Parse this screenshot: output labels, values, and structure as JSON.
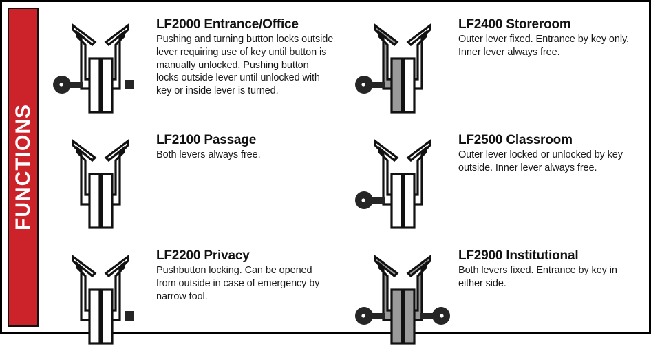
{
  "banner": {
    "label": "FUNCTIONS",
    "background_color": "#cc2229",
    "text_color": "#ffffff"
  },
  "colors": {
    "accent_red": "#cc2229",
    "lever_fixed_gray": "#9a9a9a",
    "lever_free_white": "#ffffff",
    "outline_black": "#111111",
    "key_cylinder": "#262626"
  },
  "functions": [
    {
      "code": "LF2000",
      "name": "Entrance/Office",
      "title": "LF2000 Entrance/Office",
      "description": "Pushing and turning button locks outside lever requiring use of key until button is manually unlocked. Pushing button locks outside lever until unlocked with key or inside lever is turned.",
      "diagram": {
        "left_lever_fill": "white",
        "right_lever_fill": "white",
        "key_left": true,
        "key_right": false,
        "button_right": true
      }
    },
    {
      "code": "LF2400",
      "name": "Storeroom",
      "title": "LF2400 Storeroom",
      "description": "Outer lever fixed. Entrance by key only. Inner lever always free.",
      "diagram": {
        "left_lever_fill": "gray",
        "right_lever_fill": "white",
        "key_left": true,
        "key_right": false,
        "button_right": false
      }
    },
    {
      "code": "LF2100",
      "name": "Passage",
      "title": "LF2100 Passage",
      "description": "Both levers always free.",
      "diagram": {
        "left_lever_fill": "white",
        "right_lever_fill": "white",
        "key_left": false,
        "key_right": false,
        "button_right": false
      }
    },
    {
      "code": "LF2500",
      "name": "Classroom",
      "title": "LF2500 Classroom",
      "description": "Outer lever locked or unlocked by key outside. Inner lever always free.",
      "diagram": {
        "left_lever_fill": "white",
        "right_lever_fill": "white",
        "key_left": true,
        "key_right": false,
        "button_right": false
      }
    },
    {
      "code": "LF2200",
      "name": "Privacy",
      "title": "LF2200 Privacy",
      "description": "Pushbutton locking. Can be opened from outside in case of emergency by narrow tool.",
      "diagram": {
        "left_lever_fill": "white",
        "right_lever_fill": "white",
        "key_left": false,
        "key_right": false,
        "button_right": true
      }
    },
    {
      "code": "LF2900",
      "name": "Institutional",
      "title": "LF2900 Institutional",
      "description": "Both levers fixed. Entrance by key in either side.",
      "diagram": {
        "left_lever_fill": "gray",
        "right_lever_fill": "gray",
        "key_left": true,
        "key_right": true,
        "button_right": false
      }
    }
  ]
}
